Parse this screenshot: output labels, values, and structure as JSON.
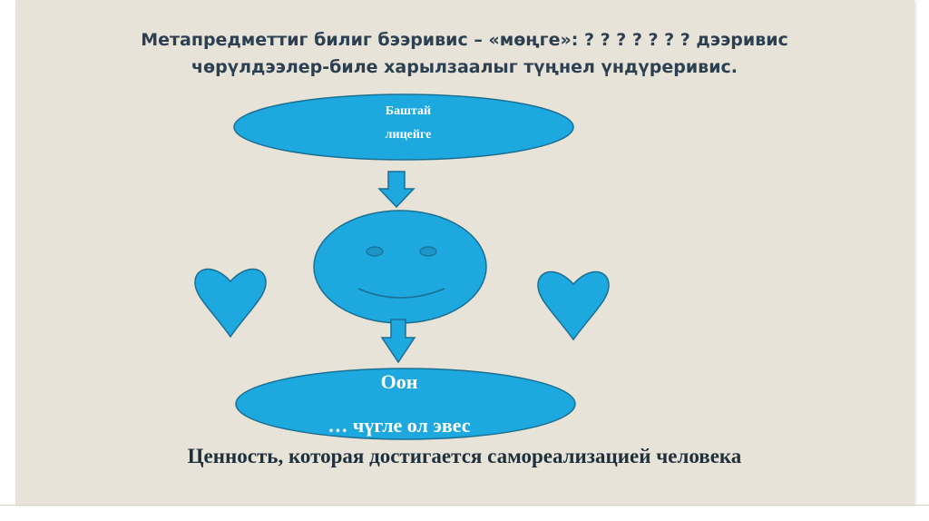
{
  "title": {
    "line1": "Метапредметтиг билиг бээривис – «мөңге»: ? ? ? ? ? ? ? дээривис",
    "line2": "чөрүлдээлер-биле  харылзаалыг түңнел үндүреривис."
  },
  "top_ellipse": {
    "line1": "Баштай",
    "line2": "лицейге"
  },
  "bottom_ellipse": {
    "line1": "Оон",
    "line2": "… чүгле ол эвес"
  },
  "caption": "Ценность, которая достигается самореализацией  человека",
  "colors": {
    "shape_fill": "#1da9df",
    "shape_stroke": "#1b6f93",
    "background": "#e8e3d8",
    "title_text": "#2c4052"
  },
  "icons": {
    "left_heart": "heart-icon",
    "right_heart": "heart-icon",
    "face": "smiley-face-icon",
    "arrows": "arrow-down-icon"
  }
}
